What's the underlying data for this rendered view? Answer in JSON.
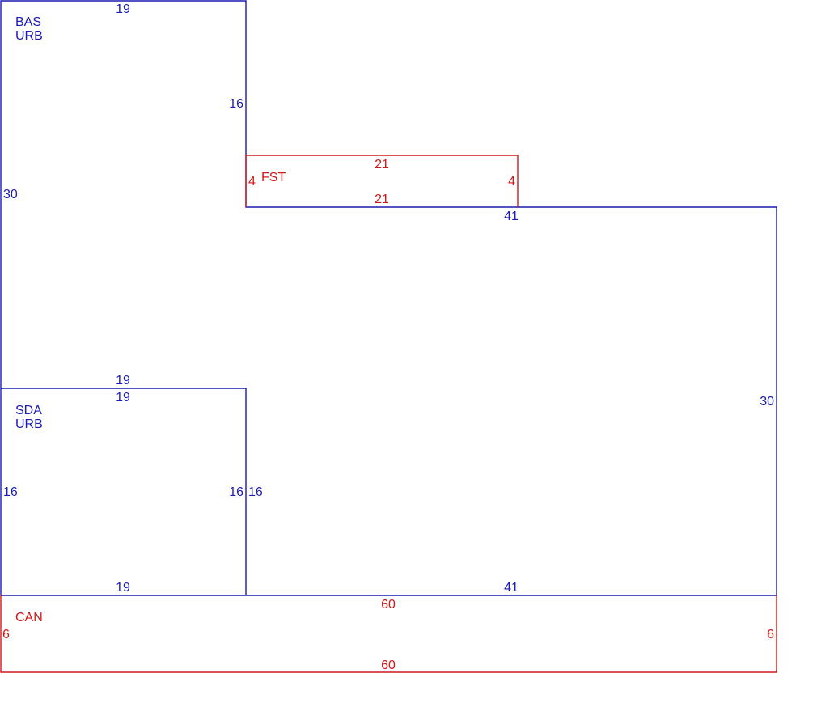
{
  "colors": {
    "main": "#1a1ab4",
    "addition": "#d01818",
    "background": "#ffffff"
  },
  "areas": {
    "bas": {
      "code": "BAS",
      "sub": "URB",
      "top": "19",
      "right": "16",
      "left": "30"
    },
    "fst": {
      "code": "FST",
      "top": "21",
      "bottom": "21",
      "left": "4",
      "right": "4"
    },
    "main": {
      "top": "41",
      "right": "30",
      "bottom": "41",
      "left": "16",
      "top_left": "19"
    },
    "sda": {
      "code": "SDA",
      "sub": "URB",
      "top": "19",
      "bottom": "19",
      "left": "16",
      "right": "16"
    },
    "can": {
      "code": "CAN",
      "top": "60",
      "bottom": "60",
      "left": "6",
      "right": "6"
    }
  }
}
